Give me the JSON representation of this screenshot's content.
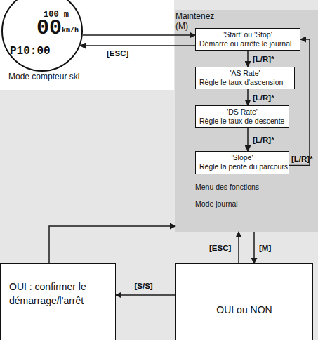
{
  "diagram": {
    "nodes": [
      {
        "text": [
          "100 m",
          "00",
          "km/h",
          "P10:00",
          "Mode compteur ski"
        ]
      },
      {
        "text": [
          "Menu des fonctions",
          "Mode journal"
        ]
      },
      {
        "text": [
          "'Start' ou 'Stop'",
          "Démarre ou arrête le journal"
        ],
        "in": 1
      },
      {
        "text": [
          "'AS Rate'",
          "Règle le taux d'ascension"
        ],
        "in": 1
      },
      {
        "text": [
          "'DS Rate'",
          "Règle le taux de descente"
        ],
        "in": 1
      },
      {
        "text": [
          "'Slope'",
          "Règle la pente du parcours"
        ],
        "in": 1
      },
      {
        "text": [
          "OUI : confirmer le démarrage/l'arrêt"
        ]
      },
      {
        "text": [
          "OUI ou NON"
        ]
      }
    ],
    "edges": [
      {
        "from": 0,
        "to": 2,
        "label": "Maintenez (M)",
        "arrow": "to"
      },
      {
        "from": 2,
        "to": 0,
        "label": "[ESC]",
        "arrow": "to"
      },
      {
        "from": 2,
        "to": 3,
        "label": "[L/R]*",
        "arrow": "to"
      },
      {
        "from": 3,
        "to": 4,
        "label": "[L/R]*",
        "arrow": "to"
      },
      {
        "from": 4,
        "to": 5,
        "label": "[L/R]*",
        "arrow": "to"
      },
      {
        "from": 5,
        "to": 2,
        "label": "[L/R]*",
        "arrow": "to"
      },
      {
        "from": 1,
        "to": 7,
        "label": "[M]",
        "arrow": "to"
      },
      {
        "from": 7,
        "to": 1,
        "label": "[ESC]",
        "arrow": "to"
      },
      {
        "from": 7,
        "to": 6,
        "label": "[S/S]",
        "arrow": "to"
      },
      {
        "from": 6,
        "to": 1,
        "arrow": "to"
      }
    ]
  }
}
